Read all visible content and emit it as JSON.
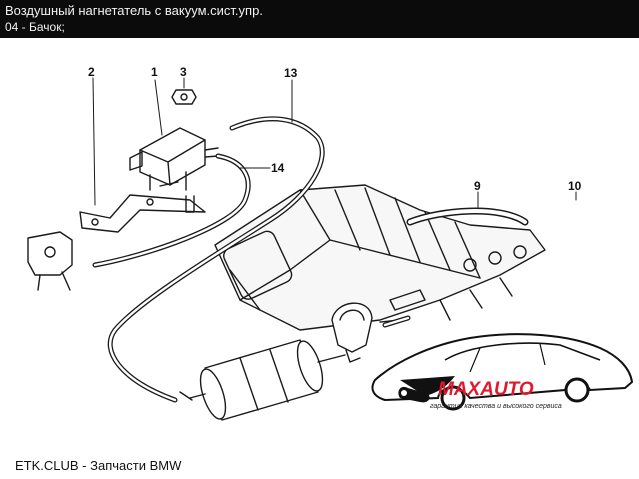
{
  "header": {
    "title": "Воздушный нагнетатель с вакуум.сист.упр.",
    "subtitle": "04 - Бачок;"
  },
  "callouts": [
    "1",
    "2",
    "3",
    "13",
    "14",
    "9",
    "10"
  ],
  "logo": {
    "brand": "MAXAUTO",
    "tagline": "гарантия качества и высокого сервиса",
    "accent_color": "#e3182b"
  },
  "footer": {
    "text": "ETK.CLUB - Запчасти BMW"
  }
}
